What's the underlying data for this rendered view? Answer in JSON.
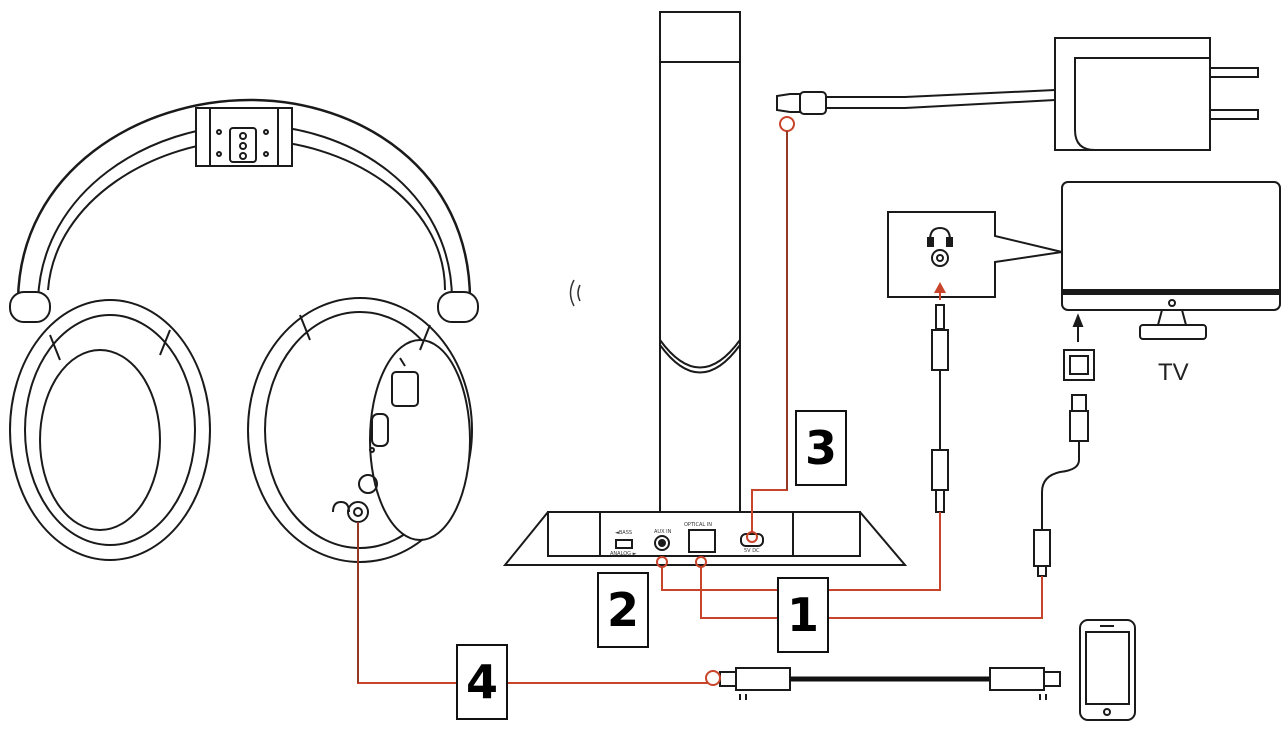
{
  "diagram": {
    "steps": [
      {
        "id": "1",
        "label": "1"
      },
      {
        "id": "2",
        "label": "2"
      },
      {
        "id": "3",
        "label": "3"
      },
      {
        "id": "4",
        "label": "4"
      }
    ],
    "tv_label": "TV",
    "base_ports": {
      "switch_top": "◄BASS",
      "switch_bottom": "ANALOG ►",
      "aux_in": "AUX IN",
      "optical_in": "OPTICAL IN",
      "power": "5V DC"
    },
    "colors": {
      "connector_line": "#c8442a",
      "line_art": "#1a1a1a",
      "cable": "#111111"
    },
    "icons": [
      "headphones",
      "charging-base",
      "usb-power-adapter",
      "tv",
      "headphone-jack-panel",
      "optical-port",
      "aux-cable",
      "optical-cable",
      "smartphone",
      "wireless-signal"
    ]
  }
}
